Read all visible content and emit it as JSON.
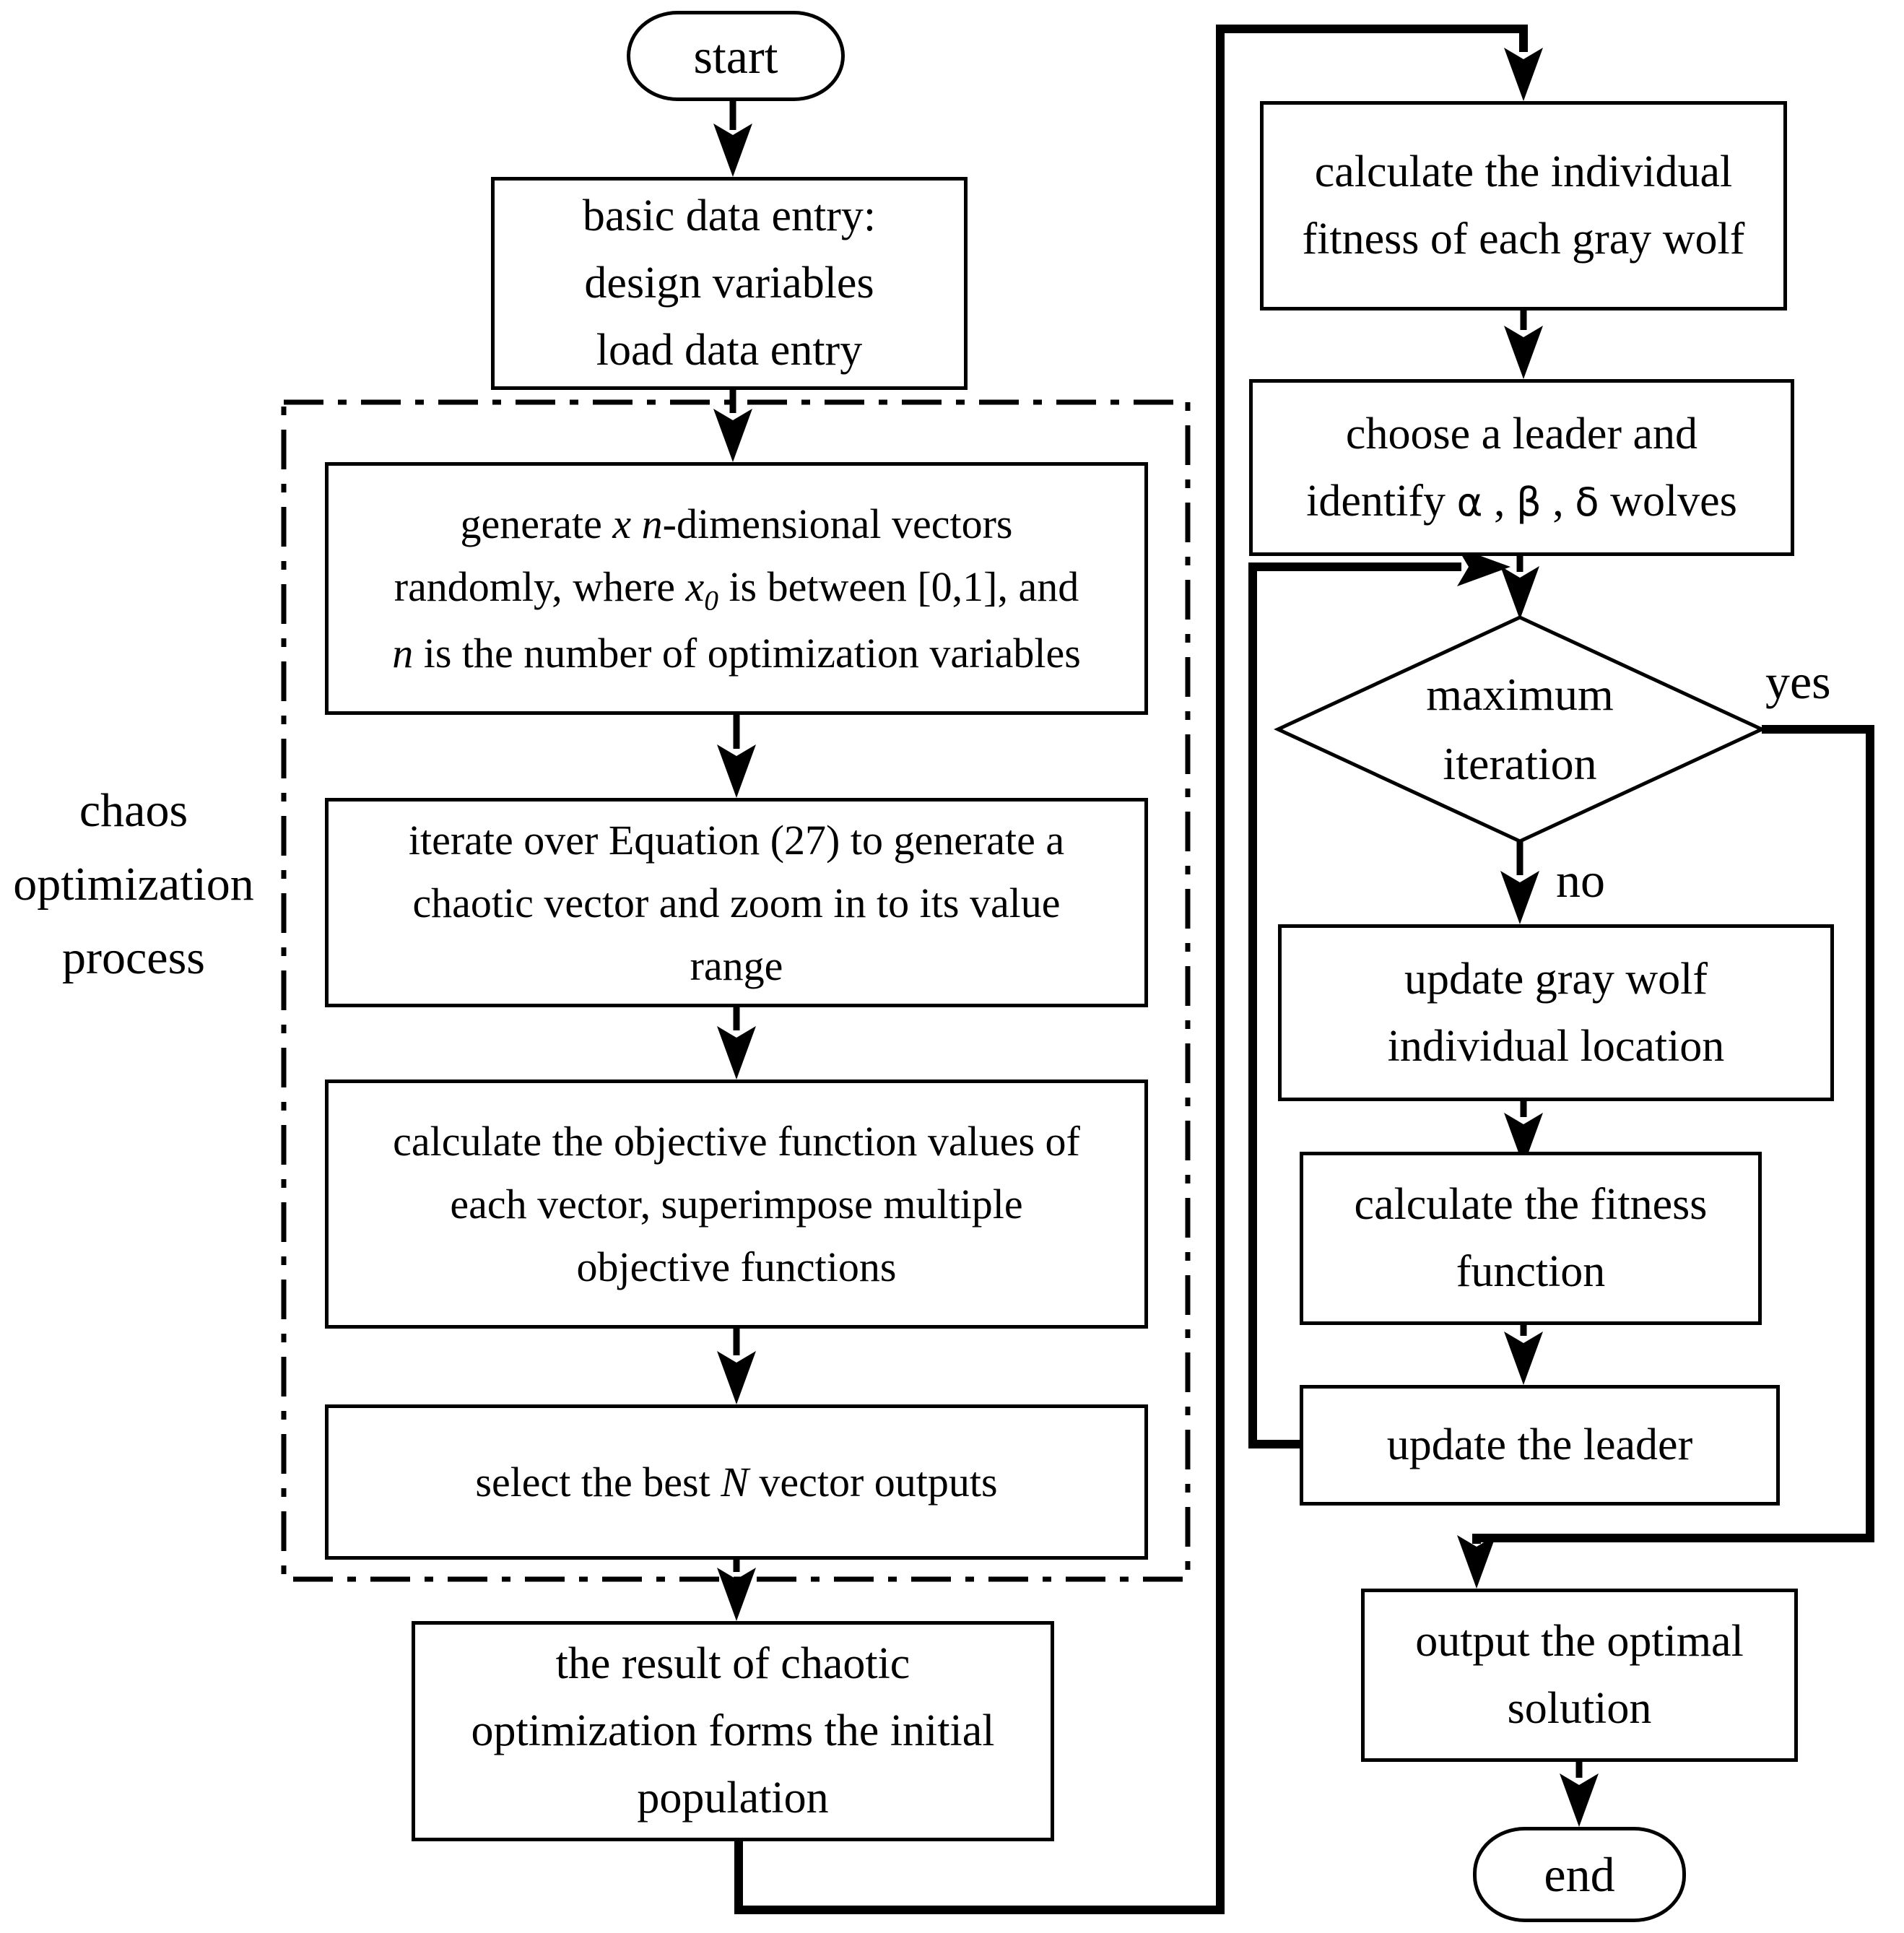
{
  "diagram": {
    "type": "flowchart",
    "colors": {
      "stroke": "#000000",
      "background": "#ffffff"
    },
    "region_label": {
      "lines": [
        "chaos",
        "optimization",
        "process"
      ]
    },
    "branch_labels": {
      "yes": "yes",
      "no": "no"
    },
    "nodes": {
      "start": {
        "shape": "terminator",
        "lines": [
          "start"
        ]
      },
      "basic": {
        "shape": "process",
        "lines": [
          "basic data entry:",
          "design variables",
          "load data entry"
        ]
      },
      "generate": {
        "shape": "process",
        "lines": [
          [
            {
              "t": "generate "
            },
            {
              "t": "x",
              "i": 1
            },
            {
              "t": " "
            },
            {
              "t": "n",
              "i": 1
            },
            {
              "t": "-dimensional vectors"
            }
          ],
          [
            {
              "t": "randomly, where "
            },
            {
              "t": "x",
              "i": 1
            },
            {
              "t": "0",
              "sub": 1
            },
            {
              "t": " is between [0,1], and"
            }
          ],
          [
            {
              "t": "n",
              "i": 1
            },
            {
              "t": " is the number of optimization variables"
            }
          ]
        ]
      },
      "iterate": {
        "shape": "process",
        "lines": [
          "iterate over Equation (27) to generate a",
          "chaotic vector and zoom in to its value",
          "range"
        ]
      },
      "objective": {
        "shape": "process",
        "lines": [
          "calculate the objective function values of",
          "each vector, superimpose multiple",
          "objective functions"
        ]
      },
      "select": {
        "shape": "process",
        "lines": [
          [
            {
              "t": "select the best "
            },
            {
              "t": "N",
              "i": 1
            },
            {
              "t": " vector outputs"
            }
          ]
        ]
      },
      "initpop": {
        "shape": "process",
        "lines": [
          "the result of chaotic",
          "optimization forms the initial",
          "population"
        ]
      },
      "calc_ind": {
        "shape": "process",
        "lines": [
          "calculate the individual",
          "fitness of each gray wolf"
        ]
      },
      "choose": {
        "shape": "process",
        "lines": [
          [
            {
              "t": "choose a leader and"
            }
          ],
          [
            {
              "t": "identify "
            },
            {
              "t": "α",
              "g": 1
            },
            {
              "t": " , "
            },
            {
              "t": "β",
              "g": 1
            },
            {
              "t": " , "
            },
            {
              "t": "δ",
              "g": 1
            },
            {
              "t": " wolves"
            }
          ]
        ]
      },
      "decision": {
        "shape": "decision",
        "lines": [
          "maximum",
          "iteration"
        ]
      },
      "updloc": {
        "shape": "process",
        "lines": [
          "update gray wolf",
          "individual location"
        ]
      },
      "calcfn": {
        "shape": "process",
        "lines": [
          "calculate the fitness",
          "function"
        ]
      },
      "updleader": {
        "shape": "process",
        "lines": [
          "update the leader"
        ]
      },
      "output": {
        "shape": "process",
        "lines": [
          "output the optimal",
          "solution"
        ]
      },
      "end": {
        "shape": "terminator",
        "lines": [
          "end"
        ]
      }
    }
  }
}
